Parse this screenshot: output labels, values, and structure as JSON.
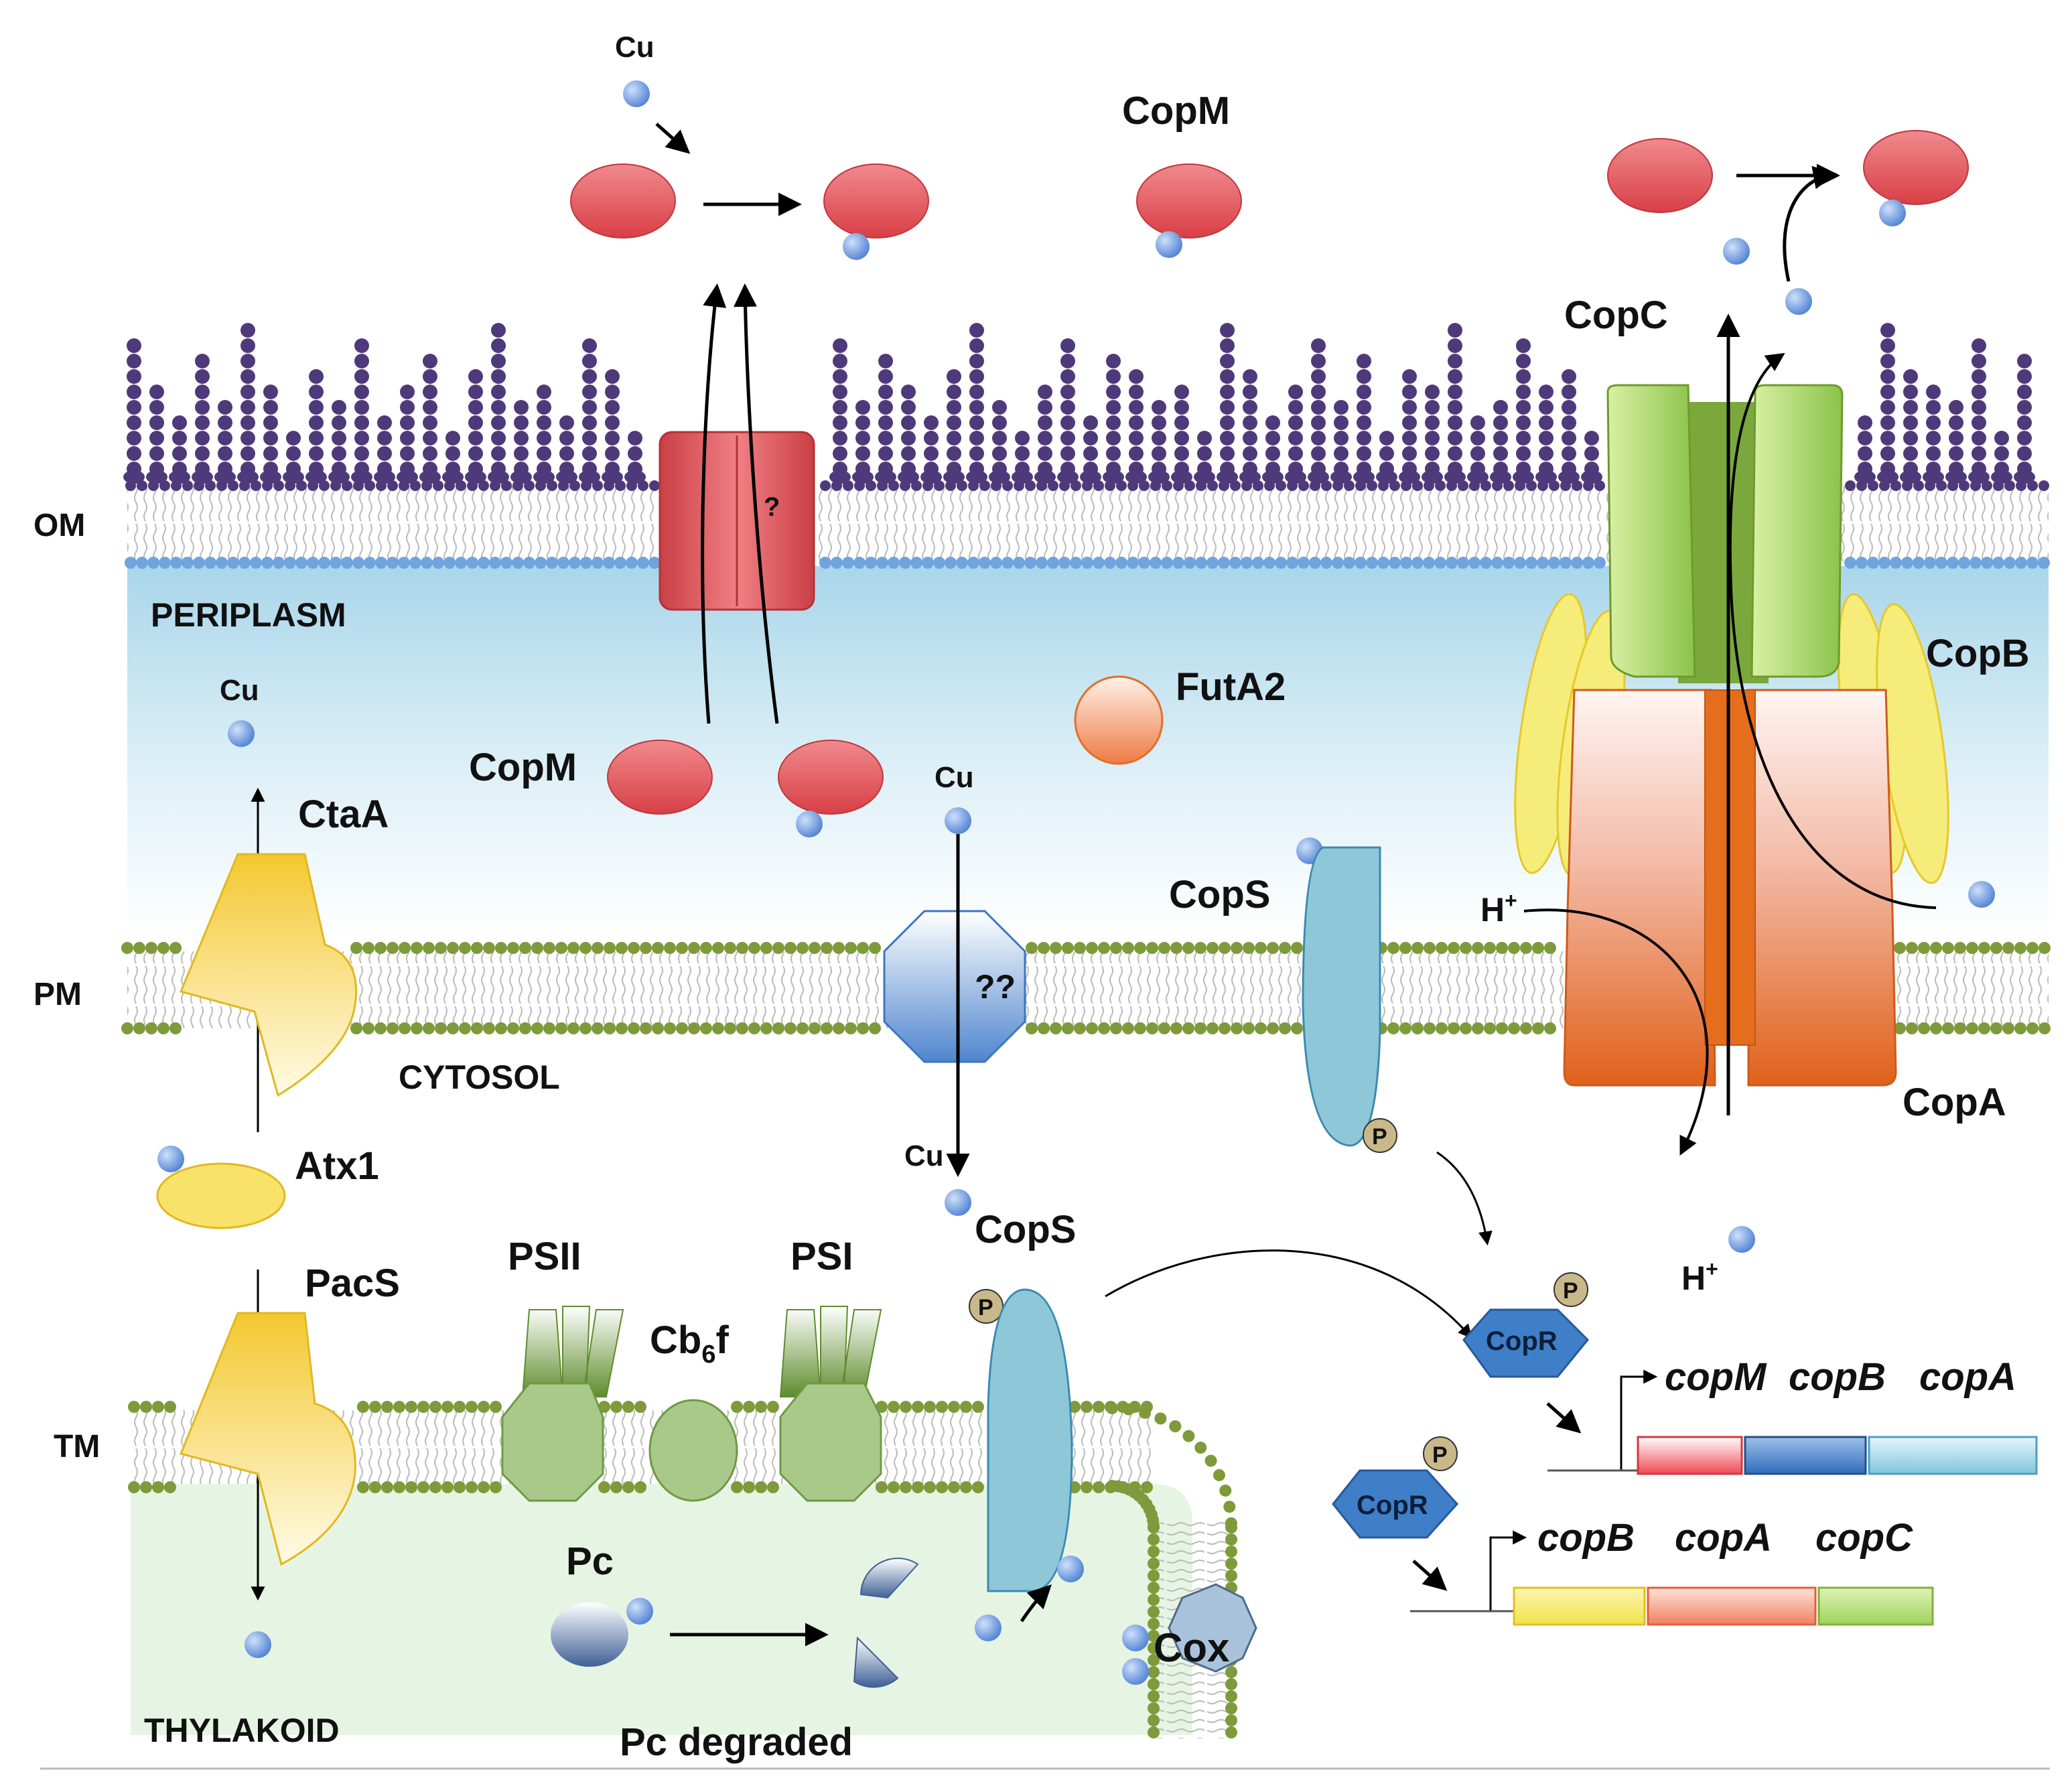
{
  "labels": {
    "om": "OM",
    "periplasm": "PERIPLASM",
    "pm": "PM",
    "cytosol": "CYTOSOL",
    "tm": "TM",
    "thylakoid": "THYLAKOID",
    "cu_top": "Cu",
    "cu_periplasm": "Cu",
    "cu_pm": "Cu",
    "cu_cyto": "Cu",
    "copm_top": "CopM",
    "copm_periplasm": "CopM",
    "copc": "CopC",
    "copb": "CopB",
    "copa": "CopA",
    "futa2": "FutA2",
    "ctaa": "CtaA",
    "atx1": "Atx1",
    "pacs": "PacS",
    "psii": "PSII",
    "psi": "PSI",
    "cb6f_main": "Cb",
    "cb6f_sub": "6",
    "cb6f_tail": "f",
    "cops_pm": "CopS",
    "cops_tm": "CopS",
    "pc": "Pc",
    "pc_degraded": "Pc degraded",
    "cox": "Cox",
    "om_channel": "?",
    "pm_channel": "??",
    "h_plus_top": "H",
    "h_plus_bottom": "H",
    "plus": "+",
    "phospho": "P",
    "copr_1": "CopR",
    "copr_2": "CopR"
  },
  "operons": {
    "op1": {
      "genes": [
        "copM",
        "copB",
        "copA"
      ],
      "colors": [
        "#ee4a55",
        "#3f7fc8",
        "#7fc6dc"
      ]
    },
    "op2": {
      "genes": [
        "copB",
        "copA",
        "copC"
      ],
      "colors": [
        "#f0e34a",
        "#f08060",
        "#9fd35a"
      ]
    }
  },
  "colors": {
    "copm": "#e55a5e",
    "cu": "#5b8fd9",
    "lps": "#4e3a7a",
    "periplasm": "#bde1ee",
    "membrane_head": "#7e9a3b",
    "thylakoid_lumen": "#e6f5e3",
    "cops": "#8ec8d8",
    "copr": "#3f7fc8",
    "ctaa": "#f1d55a",
    "photosystem": "#a9c98a",
    "copc": "#9fd35a",
    "copb": "#f7ef80",
    "copa": "#e46d1e"
  }
}
